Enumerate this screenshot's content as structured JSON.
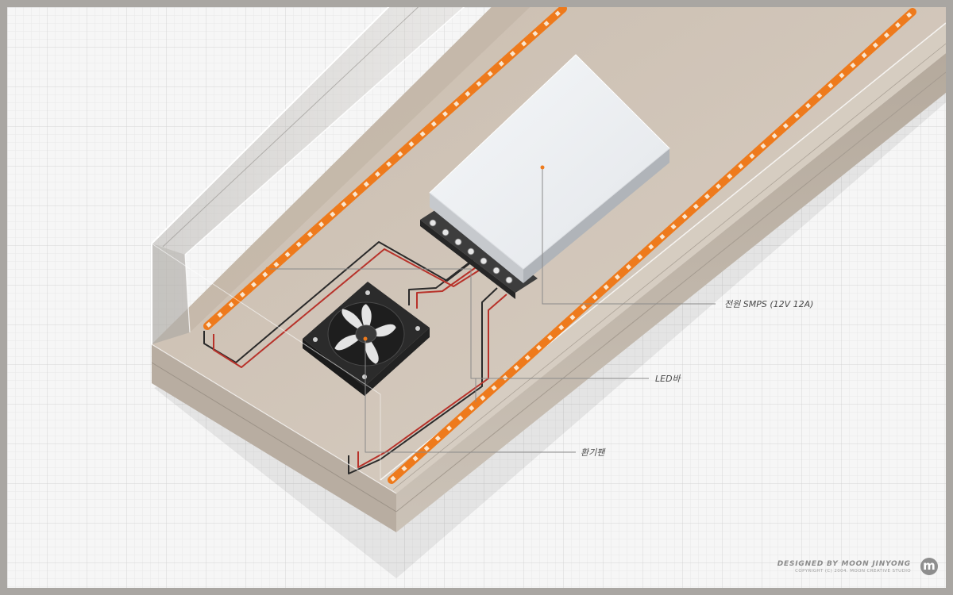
{
  "labels": {
    "smps": "전원 SMPS (12V 12A)",
    "led_bar": "LED바",
    "fan": "환기팬"
  },
  "credit": {
    "designer": "DESIGNED BY MOON JINYONG",
    "copyright": "COPYRIGHT (C) 2004. MOON CREATIVE STUDIO",
    "logo_letter": "m"
  },
  "colors": {
    "led_strip": "#ee7a1c",
    "led_chip": "#fbe6cf",
    "wire_red": "#b8322a",
    "wire_black": "#2a2a2a",
    "leader_line": "#8a8a8a",
    "anchor_dot": "#ee7a1c"
  },
  "icons": [
    "fan-icon",
    "logo-icon"
  ]
}
